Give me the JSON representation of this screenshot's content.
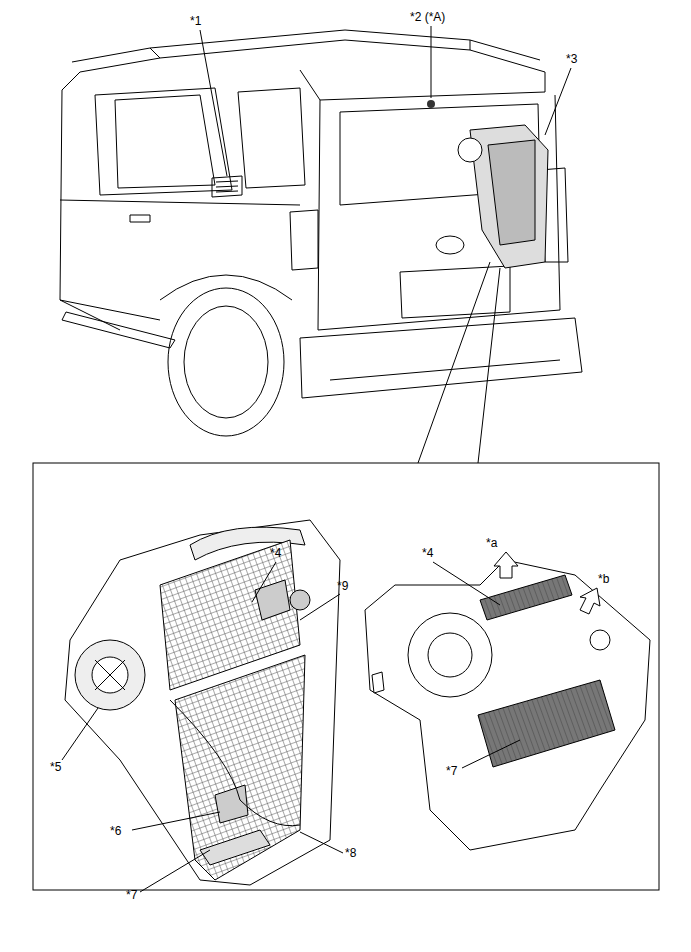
{
  "diagram": {
    "labels": [
      "*1",
      "*2 (*A)",
      "*3",
      "*4",
      "*9",
      "*a",
      "*b",
      "*5",
      "*6",
      "*7",
      "*8",
      "*4",
      "*7"
    ]
  }
}
